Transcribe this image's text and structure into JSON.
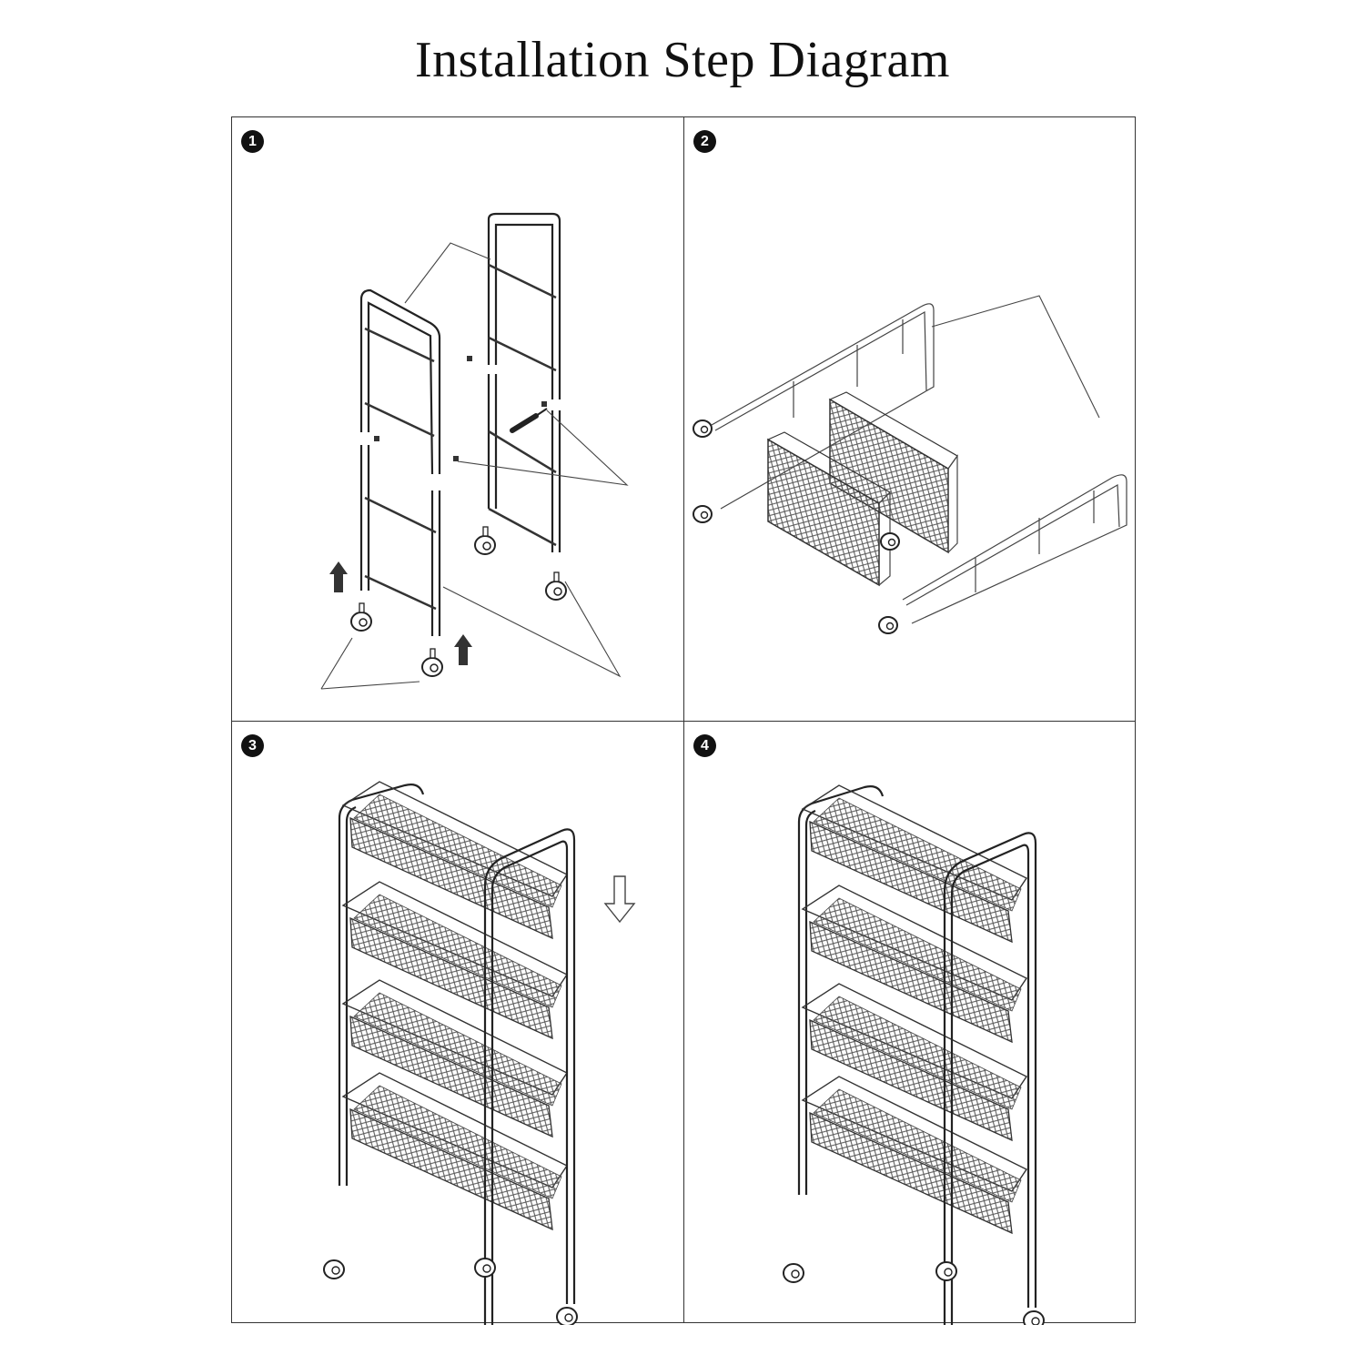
{
  "title": "Installation Step Diagram",
  "steps": [
    {
      "number": "1",
      "illustration": "frame-and-casters-assembly"
    },
    {
      "number": "2",
      "illustration": "side-frames-and-baskets"
    },
    {
      "number": "3",
      "illustration": "attach-second-side-frame"
    },
    {
      "number": "4",
      "illustration": "completed-cart"
    }
  ]
}
